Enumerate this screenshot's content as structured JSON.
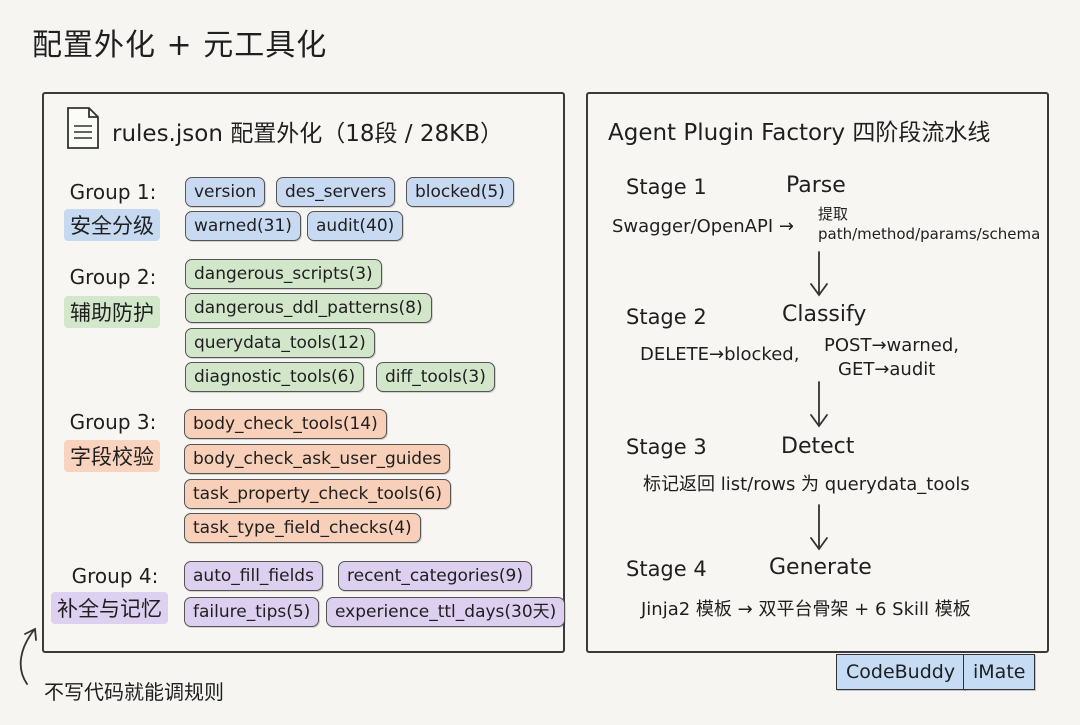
{
  "title": "配置外化 + 元工具化",
  "left_panel": {
    "title": "rules.json 配置外化（18段 / 28KB）",
    "groups": [
      {
        "label": "Group 1:",
        "sub": "安全分级",
        "chips": [
          "version",
          "des_servers",
          "blocked(5)",
          "warned(31)",
          "audit(40)"
        ]
      },
      {
        "label": "Group 2:",
        "sub": "辅助防护",
        "chips": [
          "dangerous_scripts(3)",
          "dangerous_ddl_patterns(8)",
          "querydata_tools(12)",
          "diagnostic_tools(6)",
          "diff_tools(3)"
        ]
      },
      {
        "label": "Group 3:",
        "sub": "字段校验",
        "chips": [
          "body_check_tools(14)",
          "body_check_ask_user_guides",
          "task_property_check_tools(6)",
          "task_type_field_checks(4)"
        ]
      },
      {
        "label": "Group 4:",
        "sub": "补全与记忆",
        "chips": [
          "auto_fill_fields",
          "recent_categories(9)",
          "failure_tips(5)",
          "experience_ttl_days(30天)"
        ]
      }
    ]
  },
  "right_panel": {
    "title": "Agent Plugin Factory 四阶段流水线",
    "stages": [
      {
        "label": "Stage 1",
        "name": "Parse",
        "line1": "Swagger/OpenAPI →",
        "extract": "提取",
        "extract_detail": "path/method/params/schema"
      },
      {
        "label": "Stage 2",
        "name": "Classify",
        "line1": "DELETE→blocked,",
        "line2": "POST→warned,",
        "line3": "GET→audit"
      },
      {
        "label": "Stage 3",
        "name": "Detect",
        "line1": "标记返回 list/rows 为 querydata_tools"
      },
      {
        "label": "Stage 4",
        "name": "Generate",
        "line1": "Jinja2 模板 → 双平台骨架 + 6 Skill 模板"
      }
    ]
  },
  "badges": [
    "CodeBuddy",
    "iMate"
  ],
  "footnote": "不写代码就能调规则",
  "colors": {
    "group1": "#c8daf2",
    "group2": "#d2e6c9",
    "group3": "#f8cfb8",
    "group4": "#dccff0",
    "badge": "#c5dcf4"
  }
}
